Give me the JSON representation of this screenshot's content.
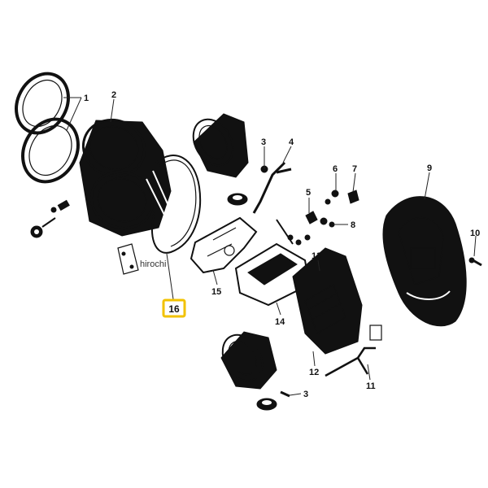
{
  "callouts": [
    {
      "id": "1",
      "label": "1"
    },
    {
      "id": "2",
      "label": "2"
    },
    {
      "id": "3a",
      "label": "3"
    },
    {
      "id": "3b",
      "label": "3"
    },
    {
      "id": "4",
      "label": "4"
    },
    {
      "id": "5",
      "label": "5"
    },
    {
      "id": "6",
      "label": "6"
    },
    {
      "id": "7",
      "label": "7"
    },
    {
      "id": "8",
      "label": "8"
    },
    {
      "id": "9",
      "label": "9"
    },
    {
      "id": "10",
      "label": "10"
    },
    {
      "id": "11",
      "label": "11"
    },
    {
      "id": "12",
      "label": "12"
    },
    {
      "id": "13",
      "label": "13"
    },
    {
      "id": "14",
      "label": "14"
    },
    {
      "id": "15",
      "label": "15"
    }
  ],
  "highlight": {
    "label": "16",
    "border_color": "#f2c200"
  },
  "watermark": "hirochi"
}
